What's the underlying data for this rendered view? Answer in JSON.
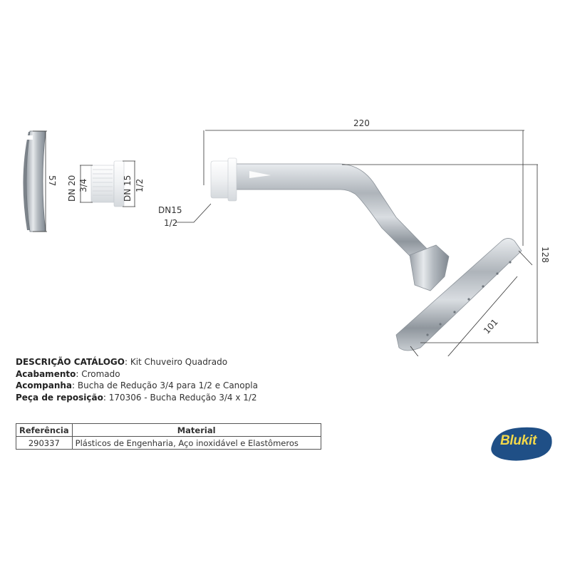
{
  "drawing": {
    "canopy": {
      "dimension": "57"
    },
    "reducer": {
      "left_dim_top": "DN 20",
      "left_dim_bottom": "3/4",
      "right_dim_top": "DN 15",
      "right_dim_bottom": "1/2"
    },
    "shower_arm": {
      "thread_label_top": "DN15",
      "thread_label_bottom": "1/2",
      "overall_length": "220",
      "overall_height": "128",
      "head_width": "101"
    }
  },
  "description": {
    "items": [
      {
        "label": "DESCRIÇÃO CATÁLOGO",
        "value": "Kit Chuveiro Quadrado"
      },
      {
        "label": "Acabamento",
        "value": "Cromado"
      },
      {
        "label": "Acompanha",
        "value": "Bucha de Redução 3/4 para 1/2 e Canopla"
      },
      {
        "label": "Peça de reposição",
        "value": "170306 - Bucha Redução 3/4 x 1/2"
      }
    ],
    "separator": ": "
  },
  "spec_table": {
    "headers": {
      "reference": "Referência",
      "material": "Material"
    },
    "rows": [
      {
        "reference": "290337",
        "material": "Plásticos de Engenharia, Aço inoxidável e Elastômeros"
      }
    ]
  },
  "brand": {
    "name": "Blukit",
    "colors": {
      "badge": "#1f4f86",
      "text": "#f2d84a"
    }
  }
}
